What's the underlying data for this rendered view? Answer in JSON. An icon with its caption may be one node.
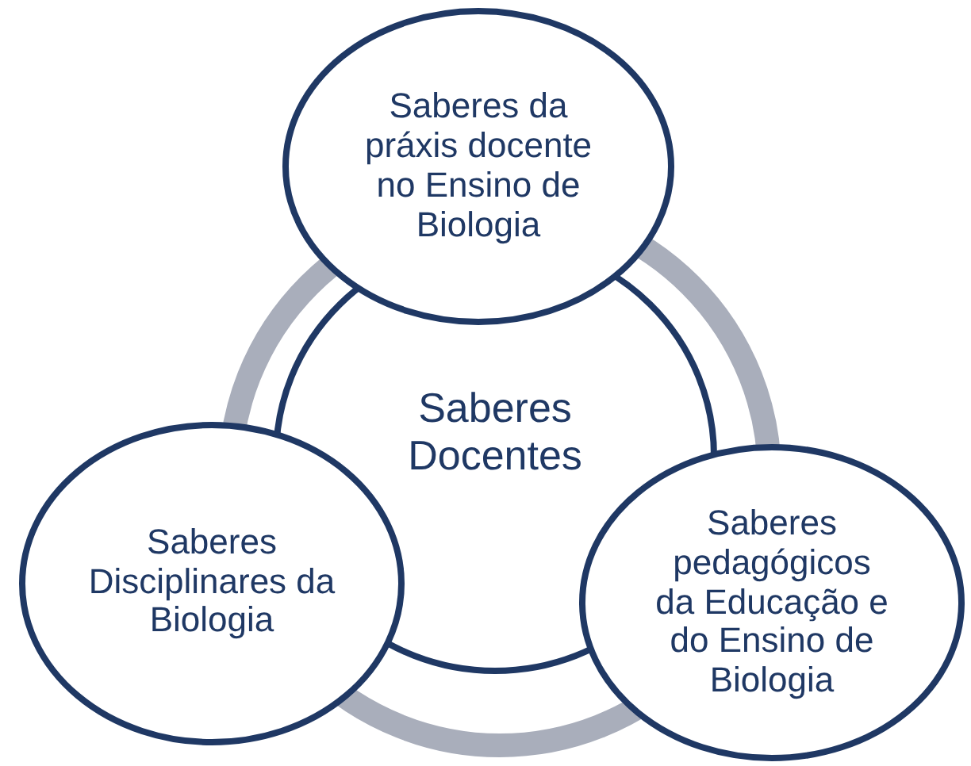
{
  "diagram": {
    "nodes": [
      {
        "text": [
          "Saberes Docentes"
        ]
      },
      {
        "text": [
          "Saberes da práxis docente no Ensino de Biologia"
        ]
      },
      {
        "text": [
          "Saberes Disciplinares da Biologia"
        ]
      },
      {
        "text": [
          "Saberes pedagógicos da Educação e do Ensino de Biologia"
        ]
      }
    ]
  }
}
